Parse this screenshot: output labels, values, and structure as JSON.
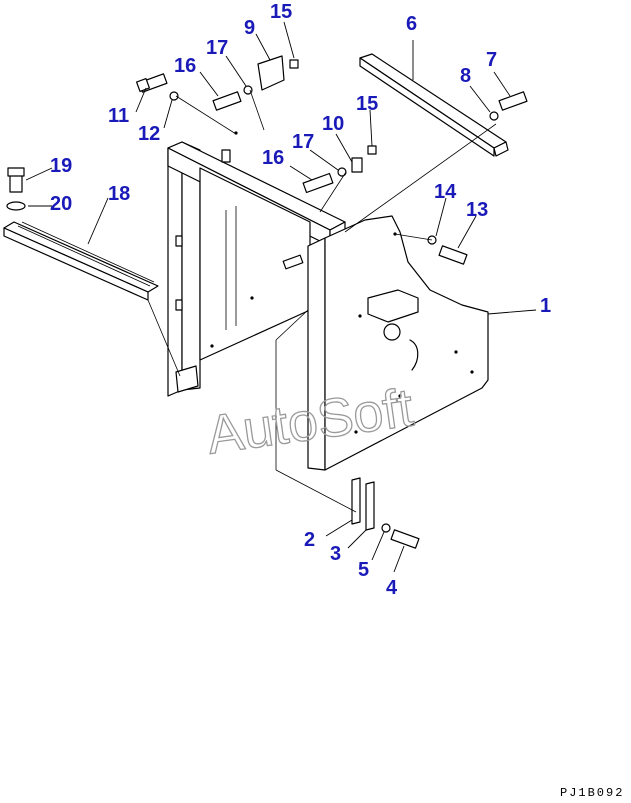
{
  "watermark": "AutoSoft",
  "drawing_code": "PJ1B092",
  "callouts": {
    "c1": "1",
    "c2": "2",
    "c3": "3",
    "c4": "4",
    "c5": "5",
    "c6": "6",
    "c7": "7",
    "c8": "8",
    "c9": "9",
    "c10": "10",
    "c11": "11",
    "c12": "12",
    "c13": "13",
    "c14": "14",
    "c15a": "15",
    "c15b": "15",
    "c16a": "16",
    "c16b": "16",
    "c17a": "17",
    "c17b": "17",
    "c18": "18",
    "c19": "19",
    "c20": "20"
  },
  "colors": {
    "callout": "#1a1ab8",
    "watermark": "#9a9a9a",
    "lines": "#000000"
  }
}
